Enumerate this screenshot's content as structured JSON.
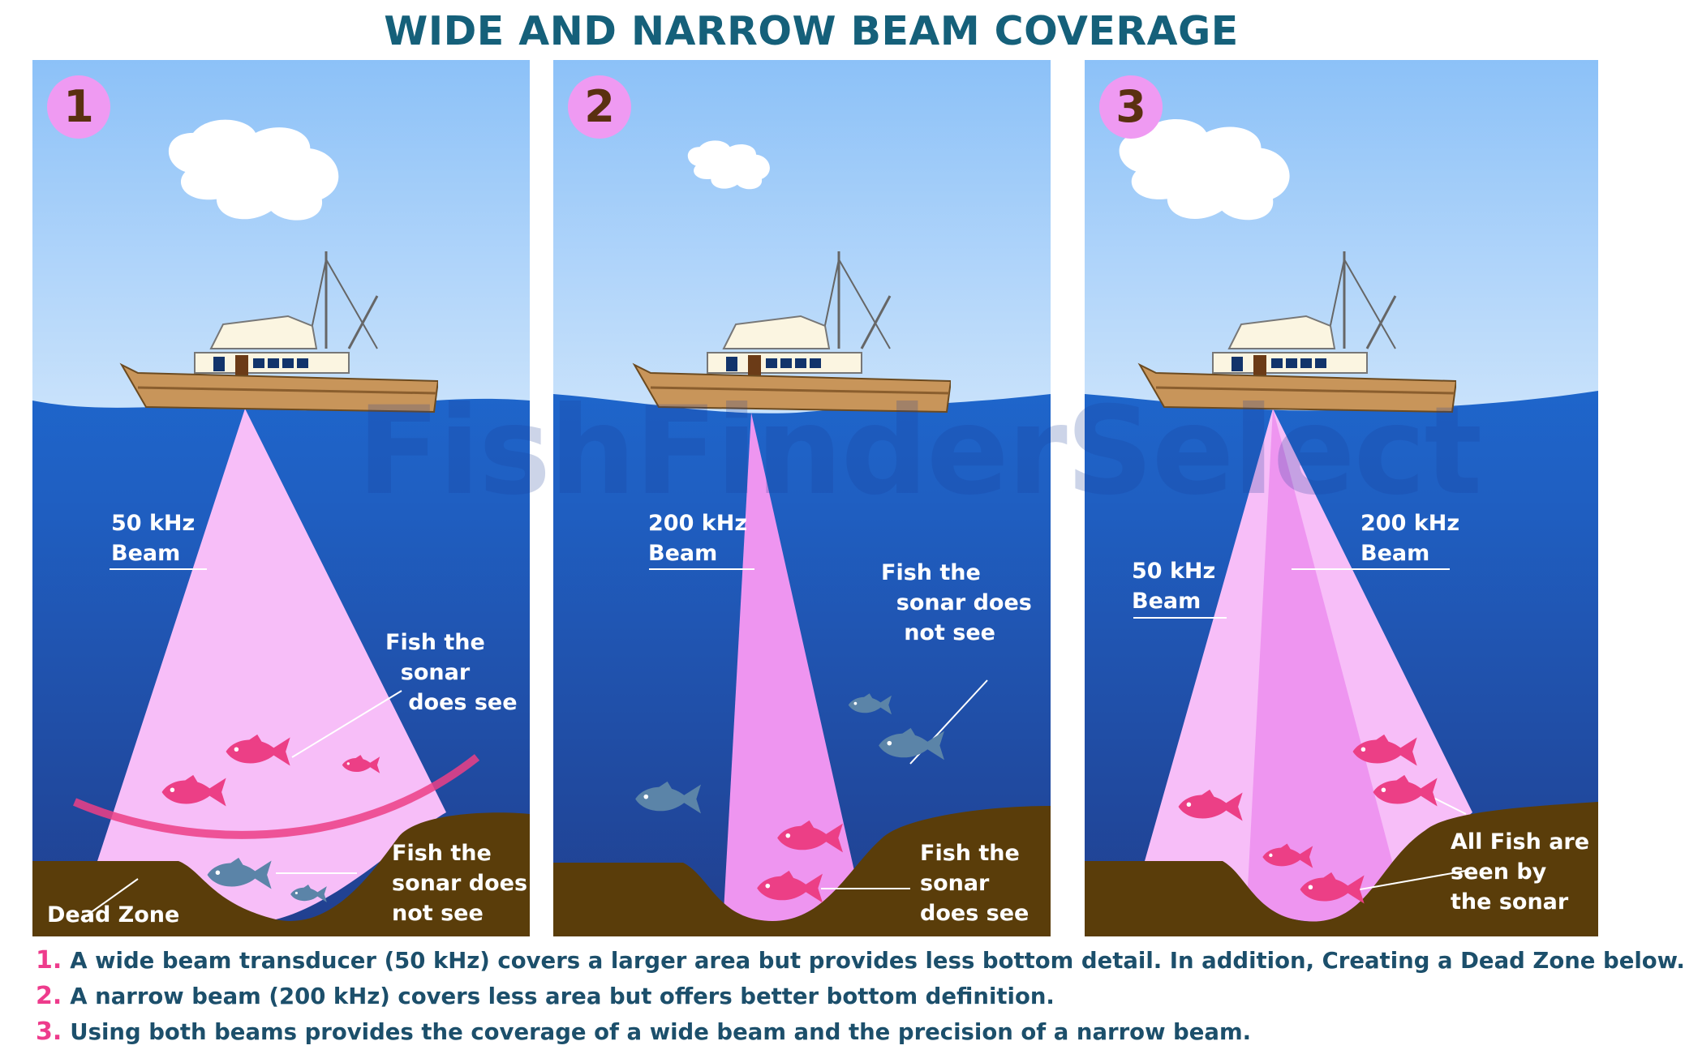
{
  "title": "WIDE AND NARROW BEAM COVERAGE",
  "watermark": "FishFinderSelect",
  "colors": {
    "title": "#15607a",
    "sky_top": "#8cc1f8",
    "sky_bottom": "#c9e2fb",
    "water_top": "#1d79e6",
    "water_bottom": "#213f8e",
    "seabed": "#5a3d0a",
    "beam_wide": "#f7bef8",
    "beam_narrow": "#ee95f0",
    "fish_seen": "#ec3f86",
    "fish_unseen": "#5b84a8",
    "badge": "#ef9af2",
    "note_number": "#ee3b8c",
    "note_text": "#1c4f6b"
  },
  "panels": [
    {
      "number": "1",
      "labels": {
        "beam": "50 kHz\nBeam",
        "seen": "Fish the\n  sonar\n   does see",
        "unseen": "Fish the\nsonar does\nnot see",
        "dead_zone": "Dead Zone"
      }
    },
    {
      "number": "2",
      "labels": {
        "beam": "200 kHz\nBeam",
        "unseen": "Fish the\n  sonar does\n   not see",
        "seen": "Fish the\nsonar\ndoes see"
      }
    },
    {
      "number": "3",
      "labels": {
        "beam_narrow": "200 kHz\nBeam",
        "beam_wide": "50 kHz\nBeam",
        "all_seen": "All Fish are\nseen by\nthe sonar"
      }
    }
  ],
  "notes": [
    {
      "number": "1.",
      "text": "A wide beam transducer (50 kHz) covers a larger area but provides less bottom detail. In addition, Creating a Dead Zone below."
    },
    {
      "number": "2.",
      "text": "A narrow beam (200 kHz) covers less area but offers better bottom definition."
    },
    {
      "number": "3.",
      "text": "Using both beams provides the coverage of a wide beam and the precision of a narrow beam."
    }
  ]
}
